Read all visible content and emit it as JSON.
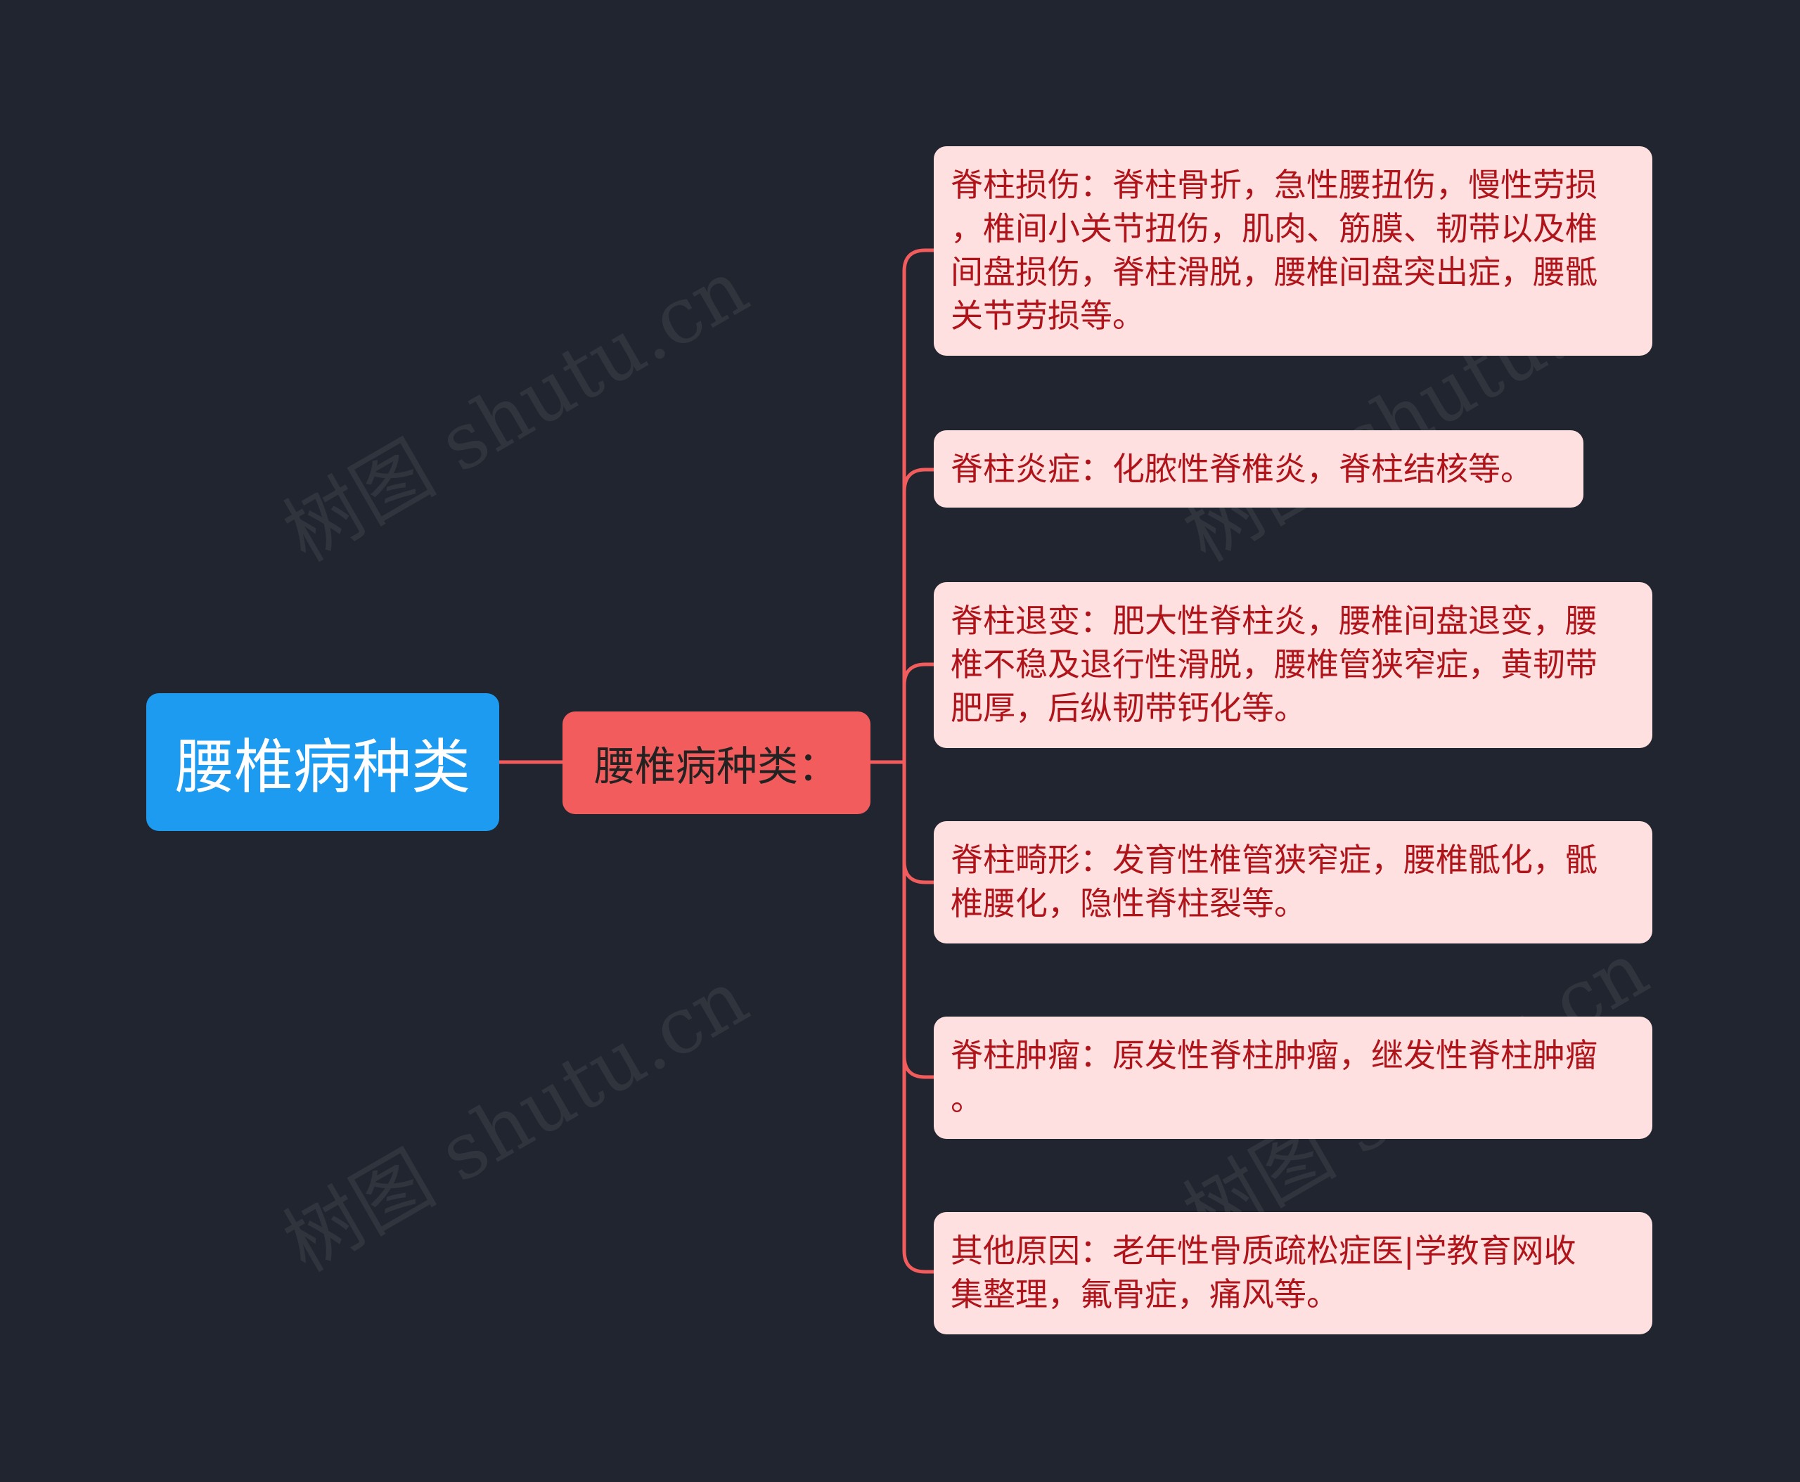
{
  "watermark": "树图 shutu.cn",
  "colors": {
    "background": "#21252f",
    "root": "#1d9bf0",
    "branch": "#f25c5c",
    "leaf": "#ffe0e0",
    "leaf_text": "#b0141b",
    "connector": "#f25c5c"
  },
  "root": {
    "label": "腰椎病种类"
  },
  "branch": {
    "label": "腰椎病种类："
  },
  "leaves": [
    {
      "label": "脊柱损伤：脊柱骨折，急性腰扭伤，慢性劳损\n，椎间小关节扭伤，肌肉、筋膜、韧带以及椎\n间盘损伤，脊柱滑脱，腰椎间盘突出症，腰骶\n关节劳损等。"
    },
    {
      "label": "脊柱炎症：化脓性脊椎炎，脊柱结核等。"
    },
    {
      "label": "脊柱退变：肥大性脊柱炎，腰椎间盘退变，腰\n椎不稳及退行性滑脱，腰椎管狭窄症，黄韧带\n肥厚，后纵韧带钙化等。"
    },
    {
      "label": "脊柱畸形：发育性椎管狭窄症，腰椎骶化，骶\n椎腰化，隐性脊柱裂等。"
    },
    {
      "label": "脊柱肿瘤：原发性脊柱肿瘤，继发性脊柱肿瘤\n。"
    },
    {
      "label": "其他原因：老年性骨质疏松症医|学教育网收\n集整理，氟骨症，痛风等。"
    }
  ]
}
